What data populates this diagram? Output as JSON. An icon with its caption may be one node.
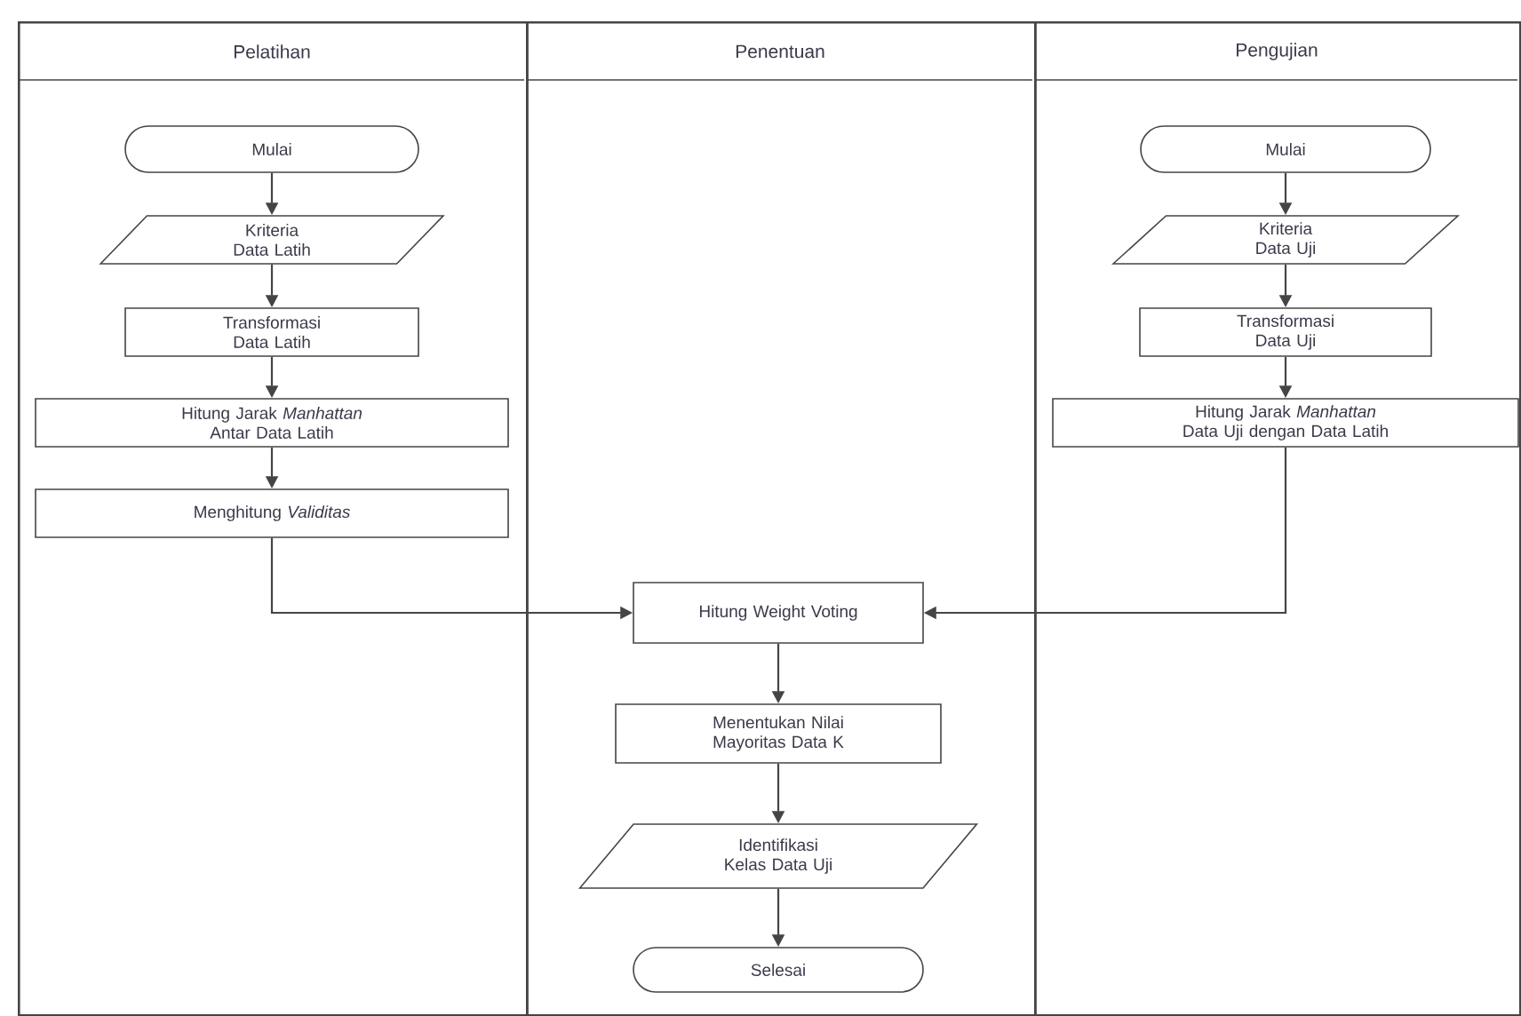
{
  "diagram": {
    "nodes": [
      {
        "text": [
          "Pelatihan"
        ]
      },
      {
        "text": [
          "Mulai"
        ],
        "in": 0
      },
      {
        "text": [
          "Kriteria Data Latih"
        ],
        "in": 0
      },
      {
        "text": [
          "Transformasi Data Latih"
        ],
        "in": 0
      },
      {
        "text": [
          "Hitung Jarak *Manhattan* Antar Data Latih"
        ],
        "in": 0
      },
      {
        "text": [
          "Menghitung *Validitas*"
        ],
        "in": 0
      },
      {
        "text": [
          "Penentuan"
        ]
      },
      {
        "text": [
          "Hitung Weight Voting"
        ],
        "in": 6
      },
      {
        "text": [
          "Menentukan Nilai Mayoritas Data K"
        ],
        "in": 6
      },
      {
        "text": [
          "Identifikasi Kelas Data Uji"
        ],
        "in": 6
      },
      {
        "text": [
          "Selesai"
        ],
        "in": 6
      },
      {
        "text": [
          "Pengujian"
        ]
      },
      {
        "text": [
          "Mulai"
        ],
        "in": 11
      },
      {
        "text": [
          "Kriteria Data Uji"
        ],
        "in": 11
      },
      {
        "text": [
          "Transformasi Data Uji"
        ],
        "in": 11
      },
      {
        "text": [
          "Hitung Jarak *Manhattan* Data Uji dengan Data Latih"
        ],
        "in": 11
      }
    ],
    "edges": [
      {
        "from": 1,
        "to": 2,
        "arrow": "to"
      },
      {
        "from": 2,
        "to": 3,
        "arrow": "to"
      },
      {
        "from": 3,
        "to": 4,
        "arrow": "to"
      },
      {
        "from": 4,
        "to": 5,
        "arrow": "to"
      },
      {
        "from": 5,
        "to": 7,
        "arrow": "to"
      },
      {
        "from": 12,
        "to": 13,
        "arrow": "to"
      },
      {
        "from": 13,
        "to": 14,
        "arrow": "to"
      },
      {
        "from": 14,
        "to": 15,
        "arrow": "to"
      },
      {
        "from": 15,
        "to": 7,
        "arrow": "to"
      },
      {
        "from": 7,
        "to": 8,
        "arrow": "to"
      },
      {
        "from": 8,
        "to": 9,
        "arrow": "to"
      },
      {
        "from": 9,
        "to": 10,
        "arrow": "to"
      }
    ]
  }
}
